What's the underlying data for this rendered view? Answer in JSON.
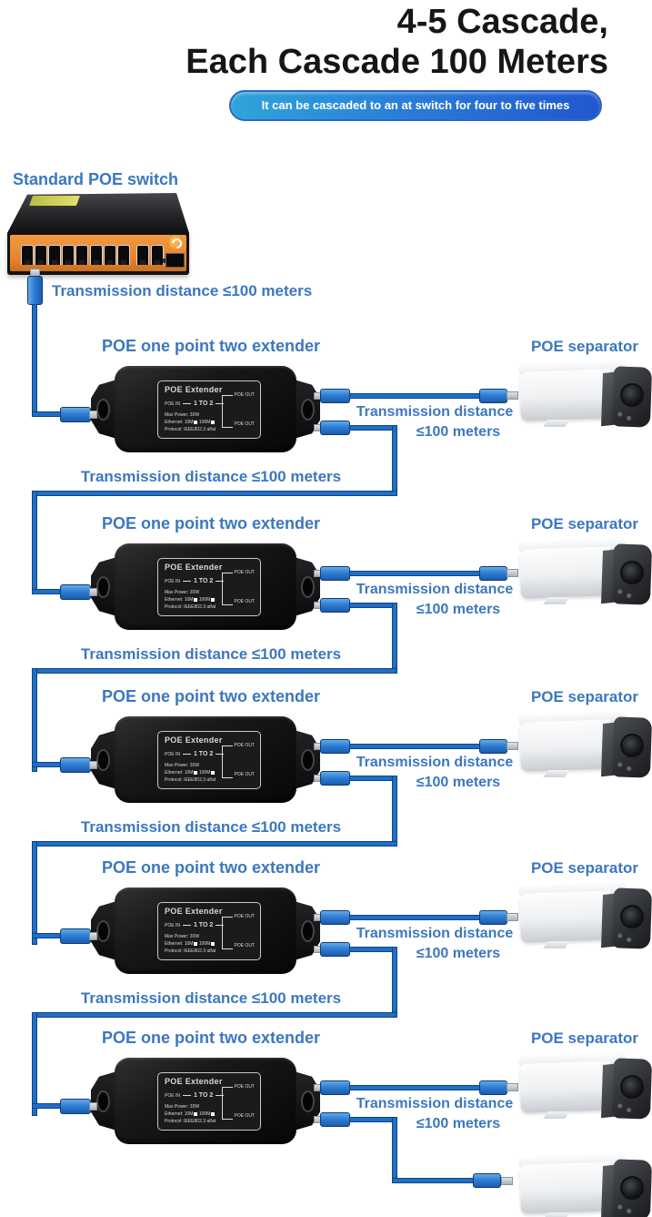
{
  "header": {
    "title_line1": "4-5 Cascade,",
    "title_line2": "Each Cascade 100 Meters",
    "banner": "It can be cascaded to an at switch for four to five times"
  },
  "switch": {
    "label": "Standard POE switch",
    "note": "Transmission distance ≤100 meters",
    "port_count": 10
  },
  "extender_plate": {
    "title": "POE Extender",
    "poe_in": "POE IN",
    "ratio": "1 TO 2",
    "out_top": "POE OUT",
    "out_bottom": "POE OUT",
    "max_power": "Max Power: 30W",
    "ethernet_label": "Ethernet:",
    "eth_10": "10M",
    "eth_100": "100M",
    "protocol": "Protocol: IEEE802.3 af/at"
  },
  "sections": [
    {
      "extender_label": "POE one point two extender",
      "separator_label": "POE separator",
      "camera_note_line1": "Transmission distance",
      "camera_note_line2": "≤100 meters",
      "cascade_note": "Transmission distance ≤100 meters",
      "has_cascade": true,
      "has_second_camera": false
    },
    {
      "extender_label": "POE one point two extender",
      "separator_label": "POE separator",
      "camera_note_line1": "Transmission distance",
      "camera_note_line2": "≤100 meters",
      "cascade_note": "Transmission distance ≤100 meters",
      "has_cascade": true,
      "has_second_camera": false
    },
    {
      "extender_label": "POE one point two extender",
      "separator_label": "POE separator",
      "camera_note_line1": "Transmission distance",
      "camera_note_line2": "≤100 meters",
      "cascade_note": "Transmission distance ≤100 meters",
      "has_cascade": true,
      "has_second_camera": false
    },
    {
      "extender_label": "POE one point two extender",
      "separator_label": "POE separator",
      "camera_note_line1": "Transmission distance",
      "camera_note_line2": "≤100 meters",
      "cascade_note": "Transmission distance ≤100 meters",
      "has_cascade": true,
      "has_second_camera": false
    },
    {
      "extender_label": "POE one point two extender",
      "separator_label": "POE separator",
      "camera_note_line1": "Transmission distance",
      "camera_note_line2": "≤100 meters",
      "has_cascade": false,
      "has_second_camera": true
    }
  ],
  "colors": {
    "accent_blue": "#3c77c0",
    "wire_blue": "#1f6ec9",
    "wire_edge": "#10457f",
    "banner_left": "#2fa6d9",
    "banner_right": "#2156cf",
    "switch_orange": "#e4832a",
    "device_black": "#141416"
  }
}
